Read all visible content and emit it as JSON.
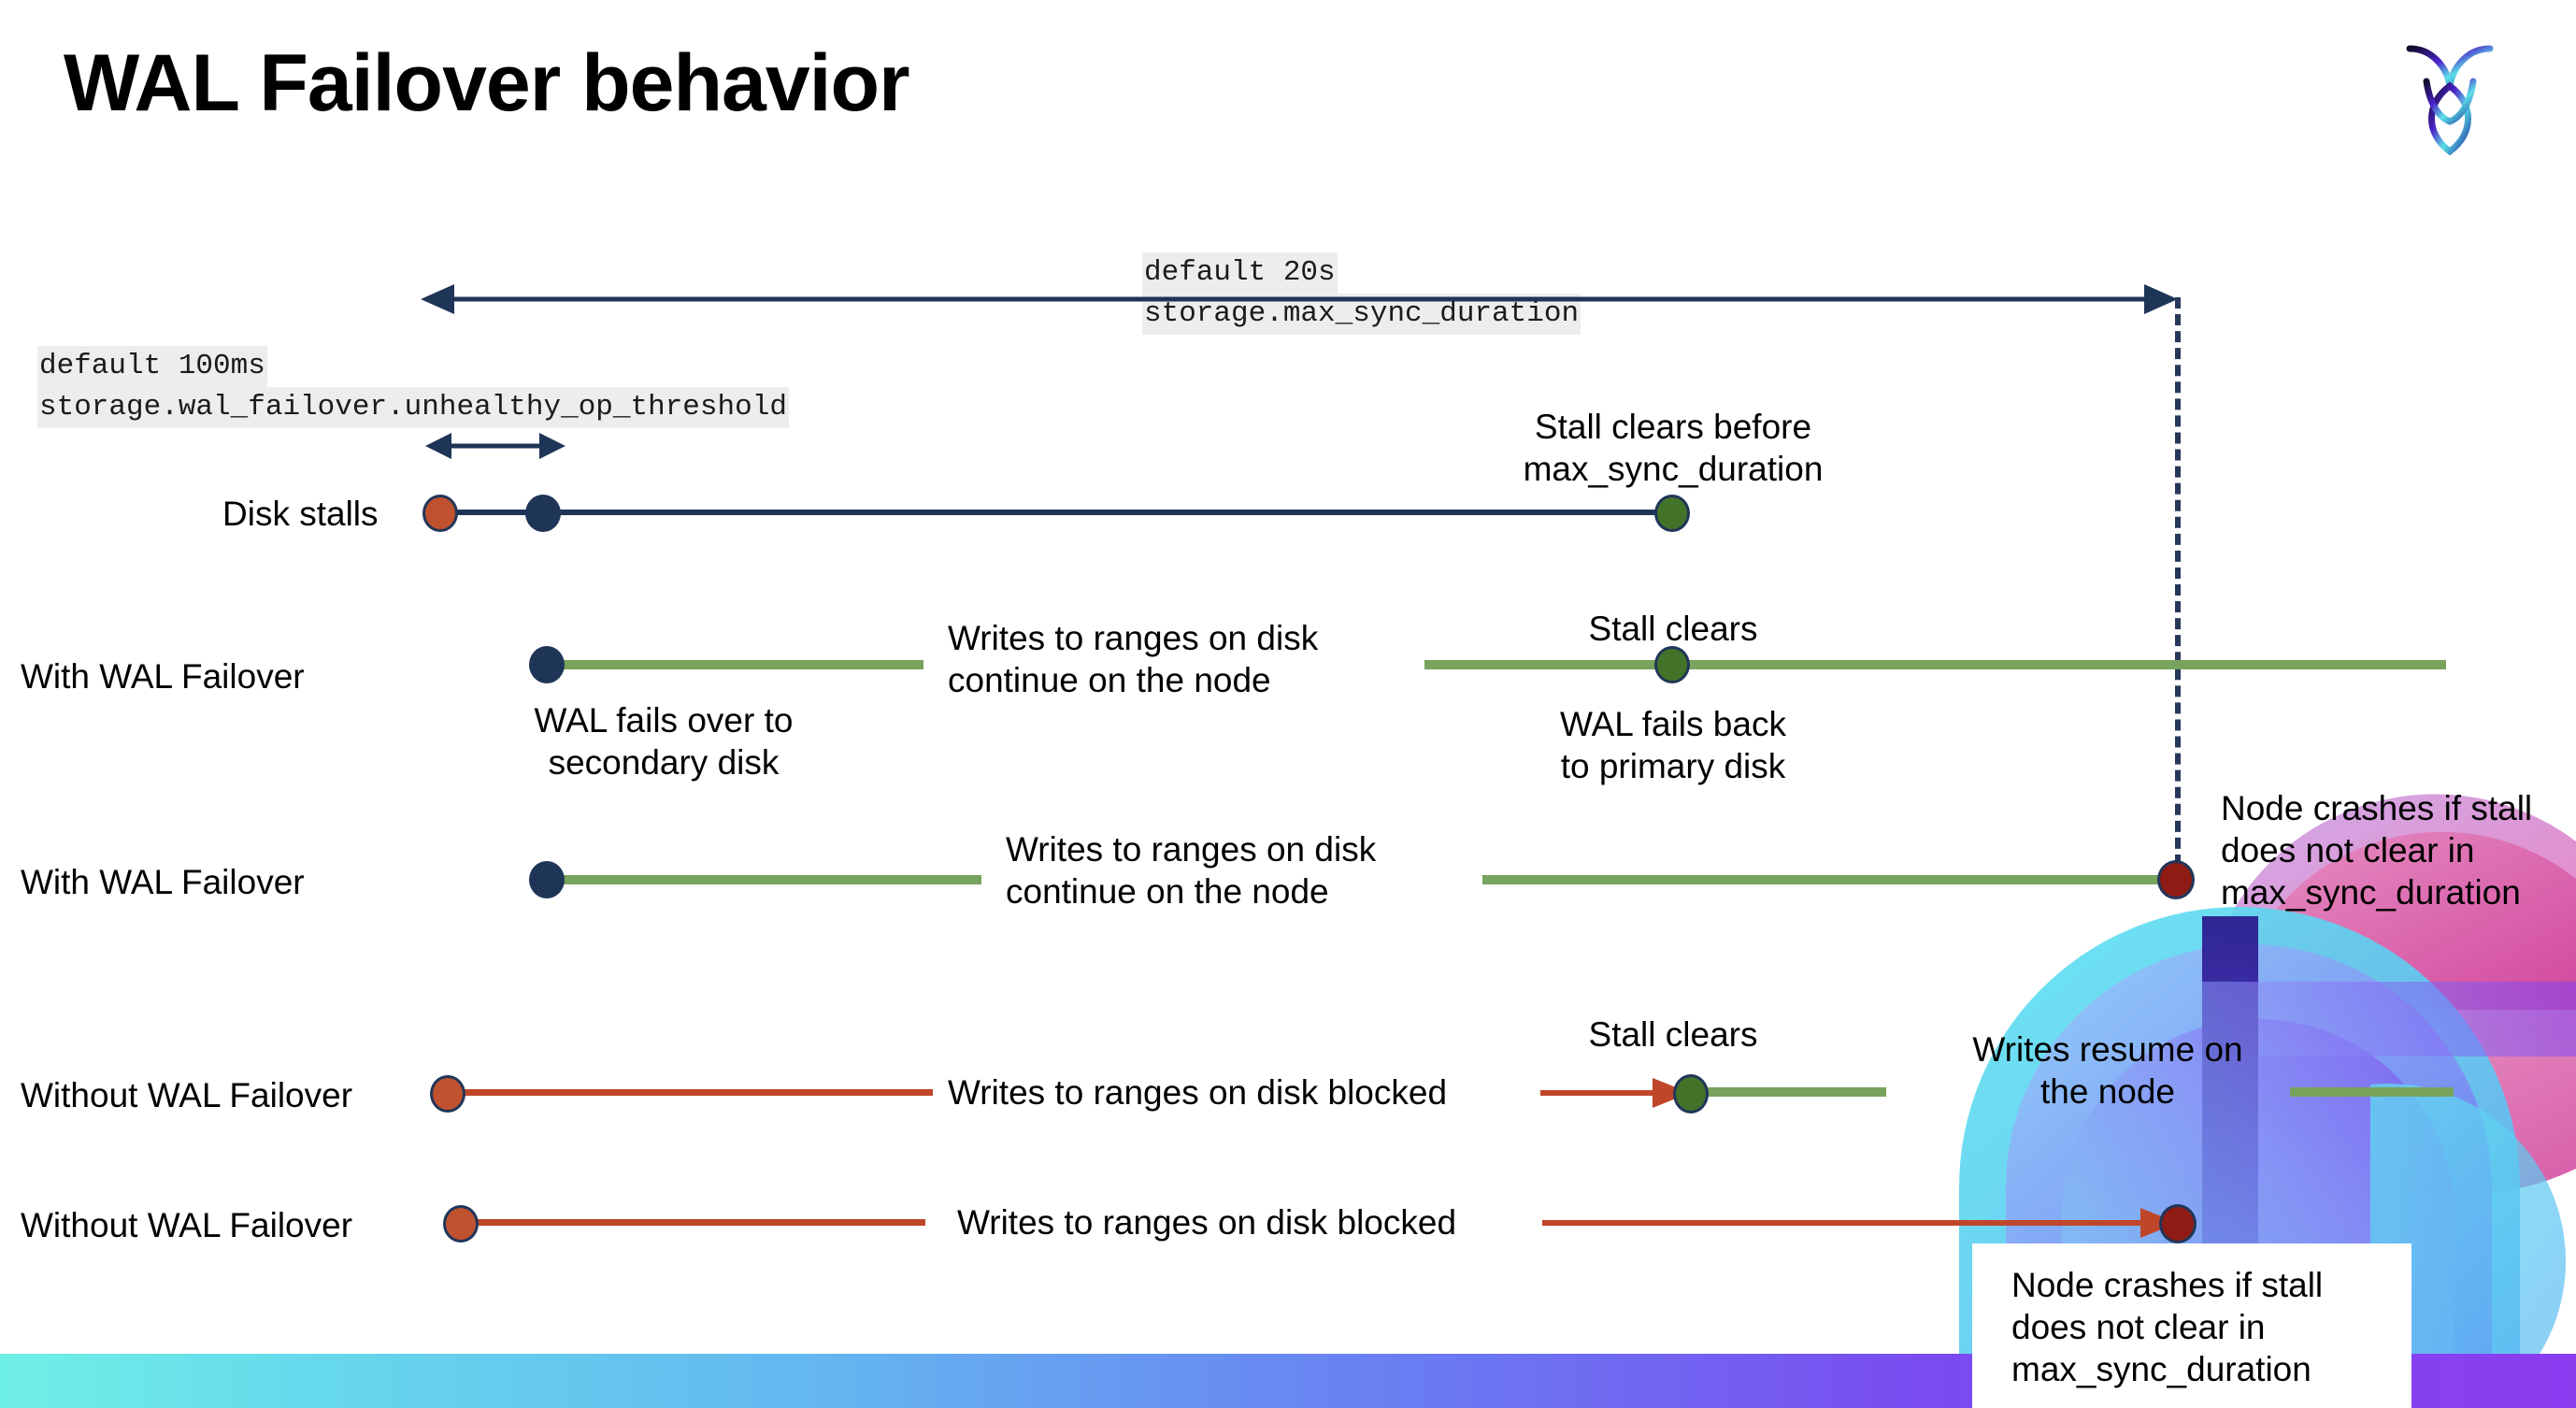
{
  "page": {
    "title": "WAL Failover behavior",
    "logo_name": "cockroachdb-logo"
  },
  "annotations": {
    "max_sync": {
      "line1": "default 20s",
      "line2": "storage.max_sync_duration"
    },
    "unhealthy_op": {
      "line1": "default 100ms",
      "line2": "storage.wal_failover.unhealthy_op_threshold"
    }
  },
  "rows": [
    {
      "label": "Disk stalls",
      "notes": [
        "Stall clears before",
        "max_sync_duration"
      ]
    },
    {
      "label": "With WAL Failover",
      "note_below_start": [
        "WAL fails over to",
        "secondary disk"
      ],
      "note_mid": [
        "Writes to ranges on disk",
        "continue on the node"
      ],
      "note_above_clear": "Stall clears",
      "note_below_clear": [
        "WAL fails  back",
        "to primary disk"
      ]
    },
    {
      "label": "With WAL Failover",
      "note_mid": [
        "Writes to ranges on disk",
        "continue on the node"
      ],
      "note_crash": [
        "Node crashes if stall",
        "does not clear in",
        "max_sync_duration"
      ]
    },
    {
      "label": "Without WAL Failover",
      "note_mid": "Writes to ranges on disk  blocked",
      "note_above_clear": "Stall clears",
      "note_resume": [
        "Writes resume on",
        "the node"
      ]
    },
    {
      "label": "Without WAL Failover",
      "note_mid": "Writes to ranges on disk  blocked",
      "note_crash": [
        "Node crashes if stall",
        "does not clear in",
        "max_sync_duration"
      ]
    }
  ],
  "colors": {
    "navy": "#1f3557",
    "green_line": "#78a35c",
    "red_line": "#c0462a",
    "dot_orange": "#c0522f",
    "dot_green": "#437328",
    "dot_darkred": "#8e1c14",
    "code_bg": "#ededed"
  }
}
